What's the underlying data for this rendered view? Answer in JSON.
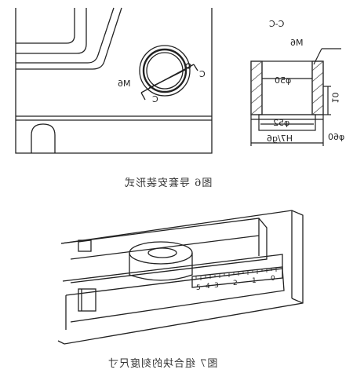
{
  "figure6": {
    "caption": "图6 导套安装形式",
    "section_label": "C-C",
    "thread_label": "M6",
    "thread_label_plan": "M6",
    "bore_label": "φ50",
    "step_label": "φ52",
    "outer_label": "φ60",
    "fit_label": "H7/g6",
    "height_label": "10",
    "cut_label_top": "C",
    "cut_label_bottom": "C"
  },
  "figure7": {
    "caption": "图7 组合块的刻度尺寸",
    "scale_numbers": [
      "0",
      "1",
      "2",
      "3",
      "4",
      "5"
    ]
  }
}
